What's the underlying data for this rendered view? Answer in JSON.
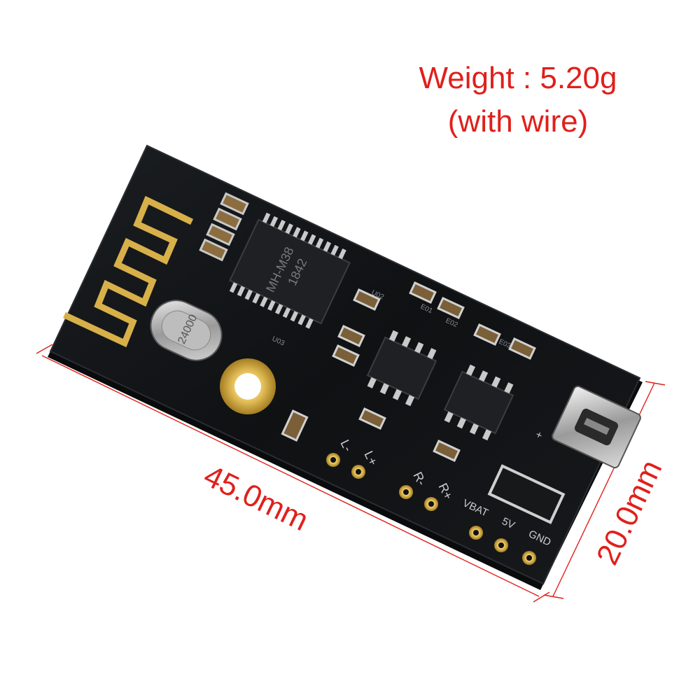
{
  "caption": {
    "weight": "Weight : 5.20g",
    "note": "(with wire)"
  },
  "dimensions": {
    "length": "45.0mm",
    "width": "20.0mm"
  },
  "board": {
    "chip_marking_line1": "MH-M38",
    "chip_marking_line2": "1842",
    "crystal_marking": "24000",
    "silk_labels": {
      "left_minus": "L-",
      "left_plus": "L+",
      "right_minus": "R-",
      "right_plus": "R+",
      "vbat": "VBAT",
      "five_v": "5V",
      "gnd": "GND",
      "usb_plus": "+",
      "ref_u102": "U02",
      "ref_u103": "U03",
      "ref_e01": "E01",
      "ref_e02": "E02",
      "ref_e03": "E03"
    }
  },
  "colors": {
    "dimension_red": "#e0201b",
    "pcb": "#101214",
    "gold": "#d8b04a"
  }
}
